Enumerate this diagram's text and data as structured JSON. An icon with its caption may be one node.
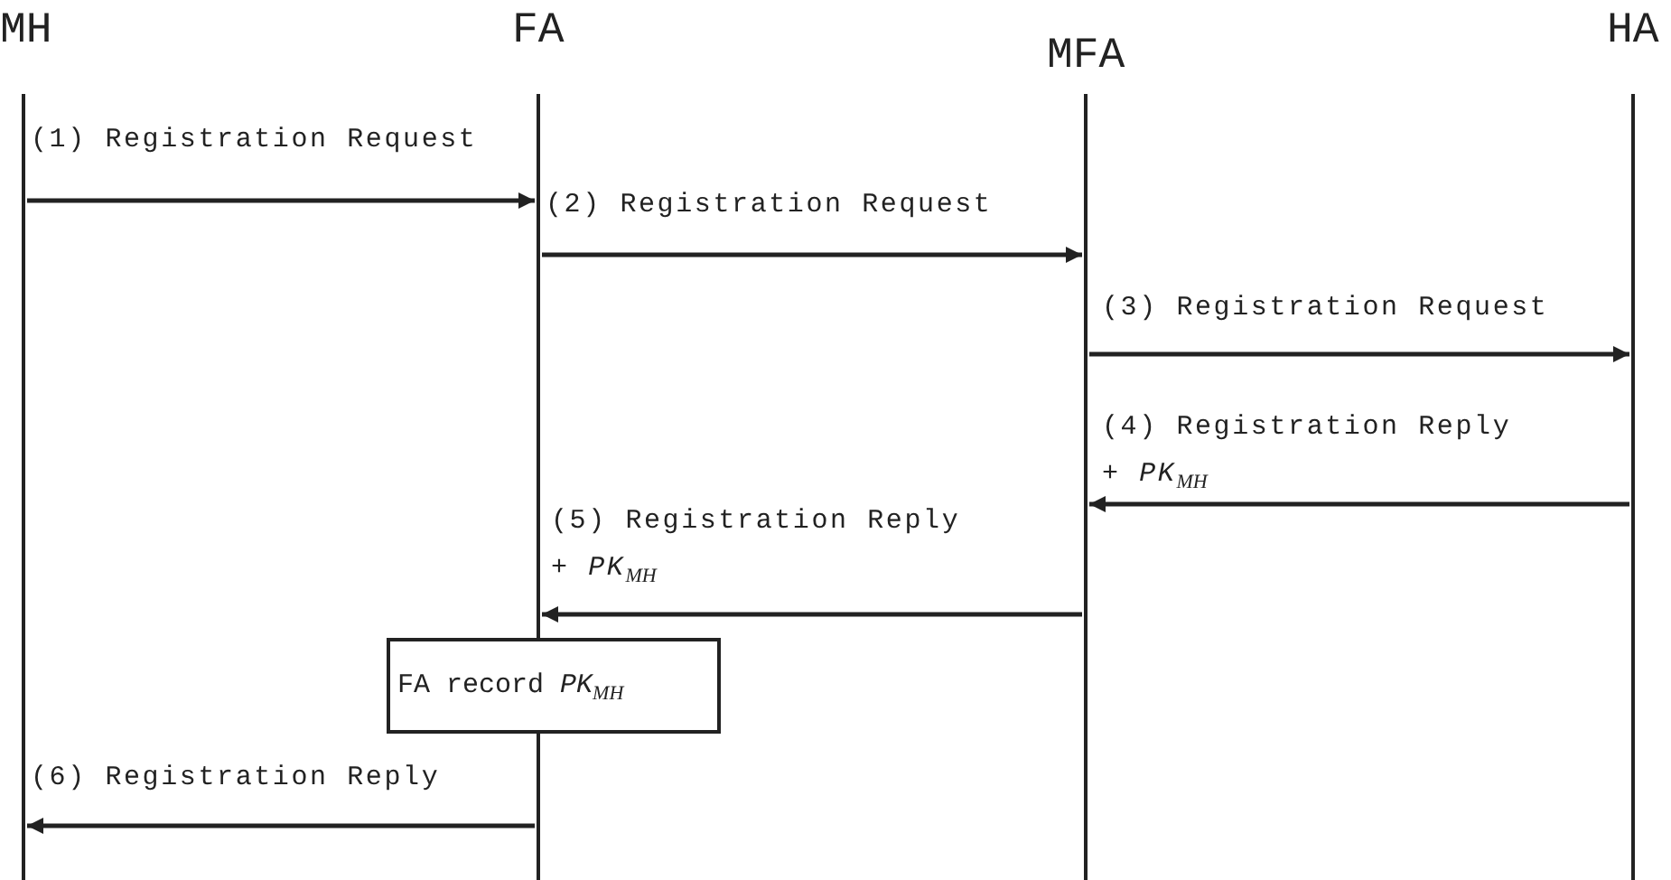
{
  "diagram": {
    "nodes": [
      {
        "text": [
          "MH"
        ]
      },
      {
        "text": [
          "FA"
        ]
      },
      {
        "text": [
          "MFA"
        ]
      },
      {
        "text": [
          "HA"
        ]
      },
      {
        "text": [
          "FA record *PK*$_{MH}$"
        ]
      }
    ],
    "edges": [
      {
        "from": 0,
        "to": 1,
        "arrow": "to",
        "label": "(1) Registration Request"
      },
      {
        "from": 1,
        "to": 2,
        "arrow": "to",
        "label": "(2) Registration Request"
      },
      {
        "from": 2,
        "to": 3,
        "arrow": "to",
        "label": "(3) Registration Request"
      },
      {
        "from": 3,
        "to": 2,
        "arrow": "to",
        "label": "(4) Registration Reply + *PK*$_{MH}$"
      },
      {
        "from": 2,
        "to": 1,
        "arrow": "to",
        "label": "(5) Registration Reply + *PK*$_{MH}$"
      },
      {
        "from": 1,
        "to": 0,
        "arrow": "to",
        "label": "(6) Registration Reply"
      }
    ]
  }
}
